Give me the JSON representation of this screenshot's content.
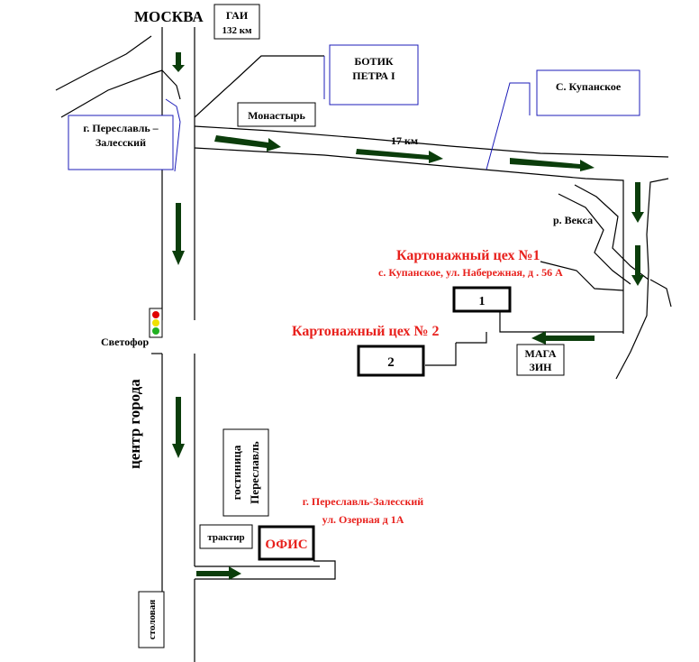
{
  "labels": {
    "moscow": "МОСКВА",
    "gai_line1": "ГАИ",
    "gai_line2": "132 км",
    "botik_line1": "БОТИК",
    "botik_line2": "ПЕТРА  I",
    "kupanskoe": "С. Купанское",
    "pereslavl_line1": "г. Переславль  –",
    "pereslavl_line2": "Залесский",
    "monastyr": "Монастырь",
    "km17": "17 км",
    "vexa": "р.  Векса",
    "svetofor": "Светофор",
    "center": "центр города",
    "hotel_line1": "гостиница",
    "hotel_line2": "Переславль",
    "tractor": "трактир",
    "office": "ОФИС",
    "stolovaya": "столовая",
    "shop_line1": "МАГА",
    "shop_line2": "ЗИН"
  },
  "workshops": {
    "w1_title": "Картонажный цех №1",
    "w1_address": "с. Купанское,  ул.  Набережная,  д . 56 А",
    "w1_num": "1",
    "w2_title": "Картонажный цех № 2",
    "w2_num": "2"
  },
  "office_address": {
    "line1": "г. Переславль-Залесский",
    "line2": "ул.  Озерная  д 1А"
  },
  "colors": {
    "arrow": "#0b3d0b",
    "arrow_shadow": "#1f6b1f",
    "callout_border": "#1c1cb8",
    "accent_red": "#e8201c",
    "traffic_red": "#e00000",
    "traffic_yellow": "#f0e000",
    "traffic_green": "#20b020"
  }
}
